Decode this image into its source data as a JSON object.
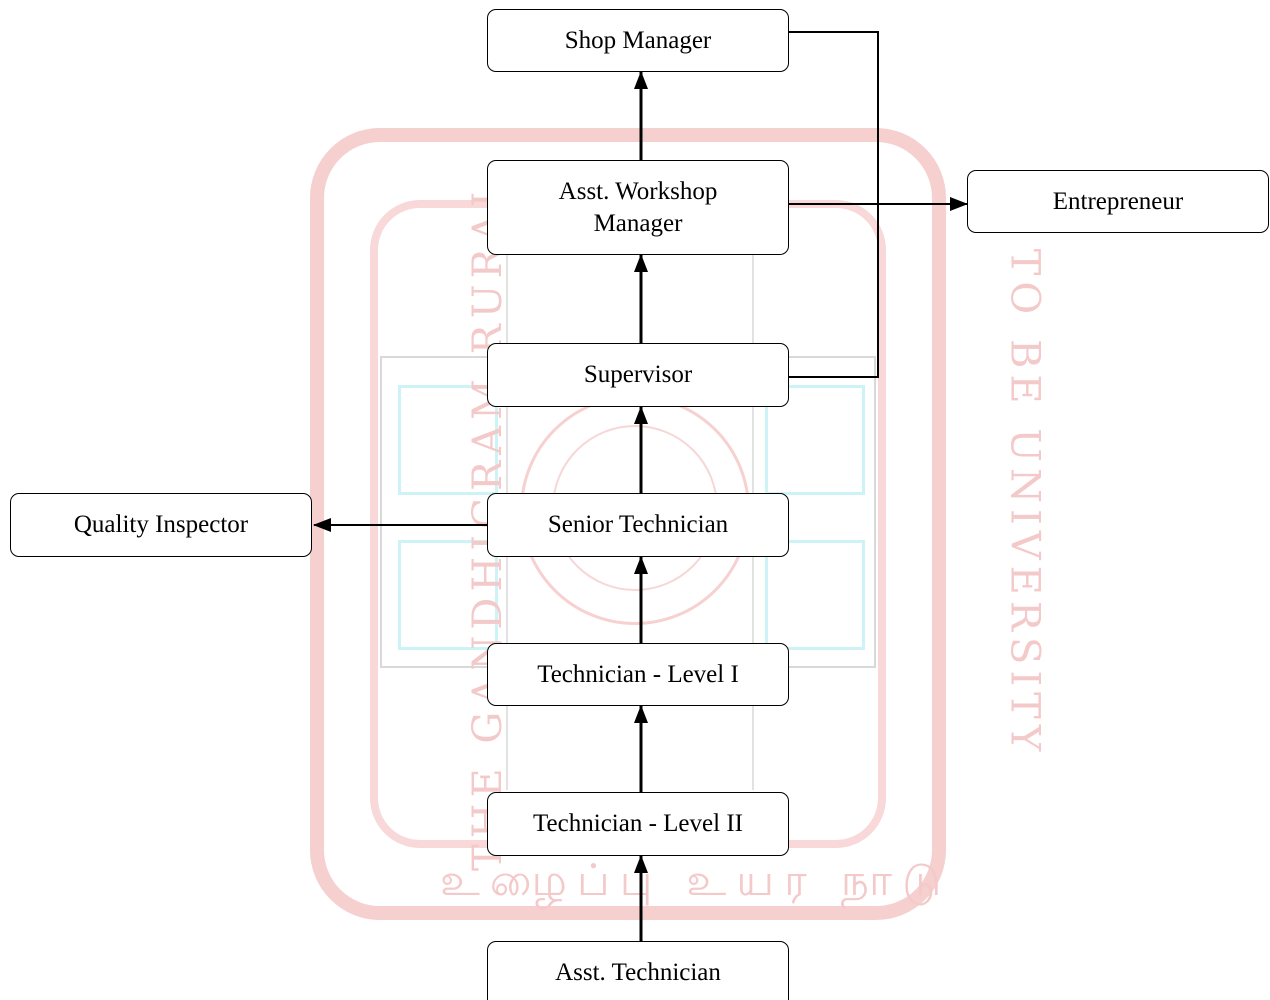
{
  "nodes": {
    "shop_manager": "Shop Manager",
    "asst_workshop_manager": "Asst. Workshop\nManager",
    "entrepreneur": "Entrepreneur",
    "supervisor": "Supervisor",
    "senior_technician": "Senior Technician",
    "quality_inspector": "Quality Inspector",
    "technician_level_1": "Technician - Level I",
    "technician_level_2": "Technician - Level II",
    "asst_technician": "Asst. Technician"
  },
  "watermark": {
    "text_left": "THE GANDHIGRAM RURAL",
    "text_right": "TO BE UNIVERSITY",
    "text_bottom": "உழைப்பு உயர நாடு"
  },
  "colors": {
    "watermark_red": "#f6cfcf",
    "watermark_cyan": "#cdf3f6",
    "line": "#000000"
  }
}
